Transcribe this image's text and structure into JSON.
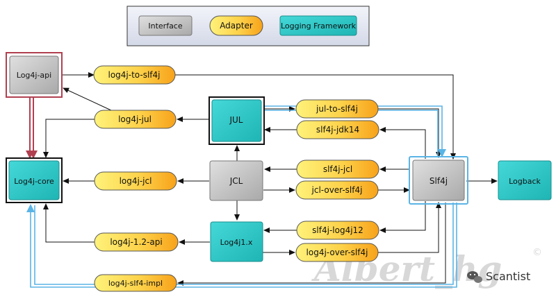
{
  "legend": {
    "interface": "Interface",
    "adapter": "Adapter",
    "logging_framework": "Logging Framework"
  },
  "nodes": {
    "log4j_api": "Log4j-api",
    "log4j_core": "Log4j-core",
    "jul": "JUL",
    "jcl": "JCL",
    "log4j1x": "Log4j1.x",
    "slf4j": "Slf4j",
    "logback": "Logback"
  },
  "adapters": {
    "log4j_to_slf4j": "log4j-to-slf4j",
    "log4j_jul": "log4j-jul",
    "log4j_jcl": "log4j-jcl",
    "log4j_12_api": "log4j-1.2-api",
    "log4j_slf4_impl": "log4j-slf4-impl",
    "jul_to_slf4j": "jul-to-slf4j",
    "slf4j_jdk14": "slf4j-jdk14",
    "slf4j_jcl": "slf4j-jcl",
    "jcl_over_slf4j": "jcl-over-slf4j",
    "slf4j_log4j12": "slf4j-log4j12",
    "log4j_over_slf4j": "log4j-over-slf4j"
  },
  "watermark": "Albert_hg",
  "watermark_mark": "©",
  "brand": "Scantist",
  "colors": {
    "interface": "#c0c0c0",
    "adapter_top": "#fff27a",
    "adapter_bottom": "#f7a21a",
    "framework": "#2ec8c8",
    "red_line": "#b04050",
    "blue_line": "#5ab4e6"
  }
}
